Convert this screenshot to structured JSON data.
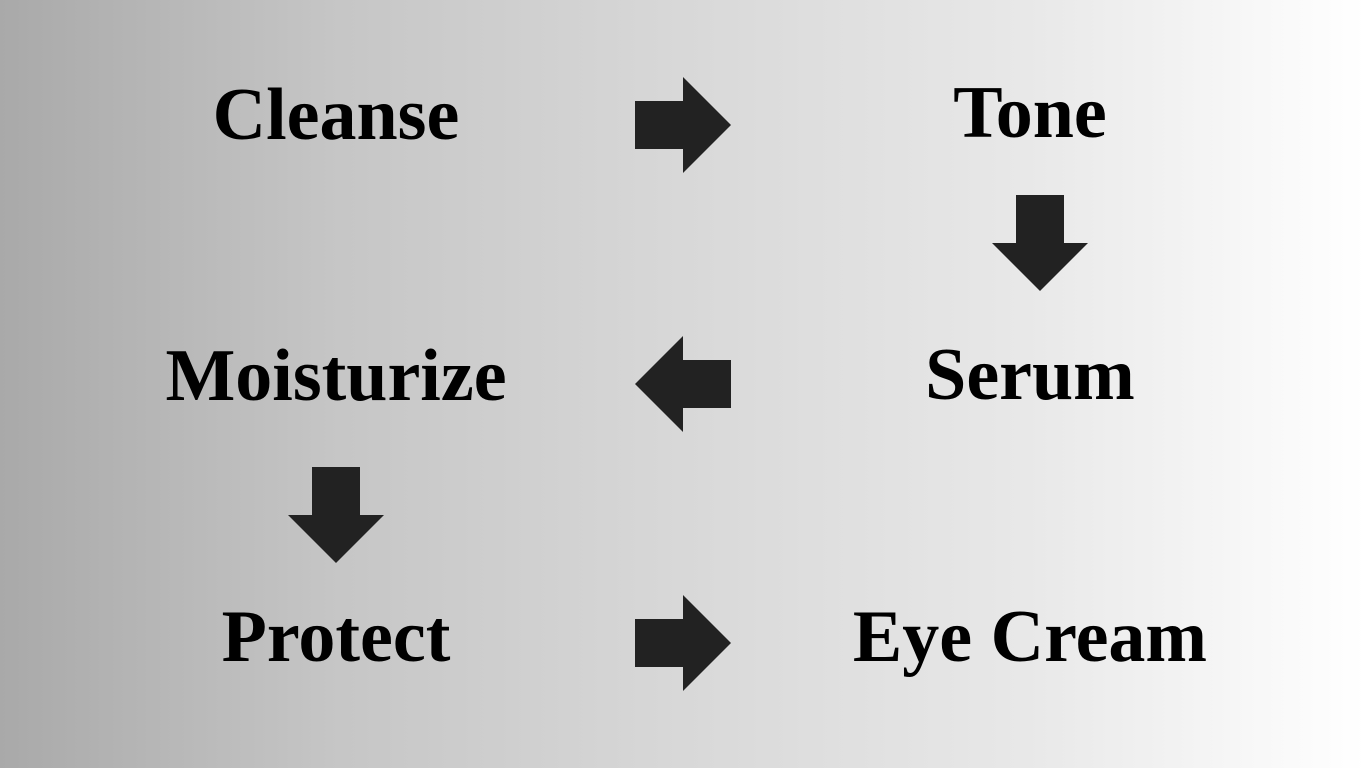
{
  "diagram": {
    "steps": {
      "cleanse": "Cleanse",
      "tone": "Tone",
      "serum": "Serum",
      "moisturize": "Moisturize",
      "protect": "Protect",
      "eye_cream": "Eye Cream"
    },
    "arrow_color": "#222222",
    "text_color": "#000000"
  }
}
